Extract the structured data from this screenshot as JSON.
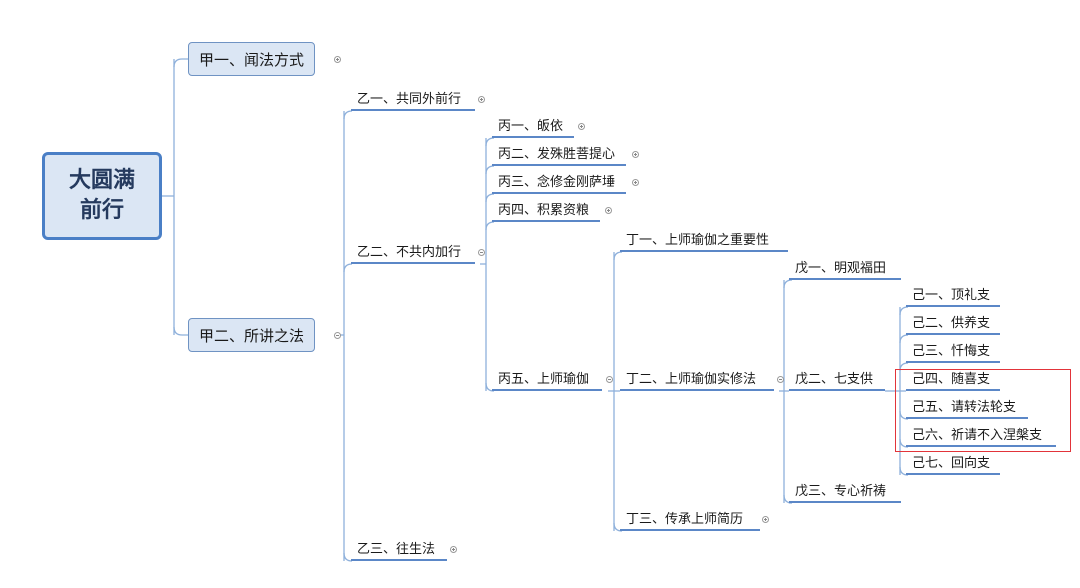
{
  "root": {
    "line1": "大圆满",
    "line2": "前行"
  },
  "nodes": {
    "jia1": "甲一、闻法方式",
    "jia2": "甲二、所讲之法",
    "yi1": "乙一、共同外前行",
    "yi2": "乙二、不共内加行",
    "yi3": "乙三、往生法",
    "bing1": "丙一、皈依",
    "bing2": "丙二、发殊胜菩提心",
    "bing3": "丙三、念修金刚萨埵",
    "bing4": "丙四、积累资粮",
    "bing5": "丙五、上师瑜伽",
    "ding1": "丁一、上师瑜伽之重要性",
    "ding2": "丁二、上师瑜伽实修法",
    "ding3": "丁三、传承上师简历",
    "wu1": "戊一、明观福田",
    "wu2": "戊二、七支供",
    "wu3": "戊三、专心祈祷",
    "ji1": "己一、顶礼支",
    "ji2": "己二、供养支",
    "ji3": "己三、忏悔支",
    "ji4": "己四、随喜支",
    "ji5": "己五、请转法轮支",
    "ji6": "己六、祈请不入涅槃支",
    "ji7": "己七、回向支"
  },
  "colors": {
    "line": "#8eb0db",
    "underline": "#5b87c7",
    "root_border": "#4a7fc6",
    "node_fill": "#dbe6f4",
    "highlight": "#e2343a"
  }
}
